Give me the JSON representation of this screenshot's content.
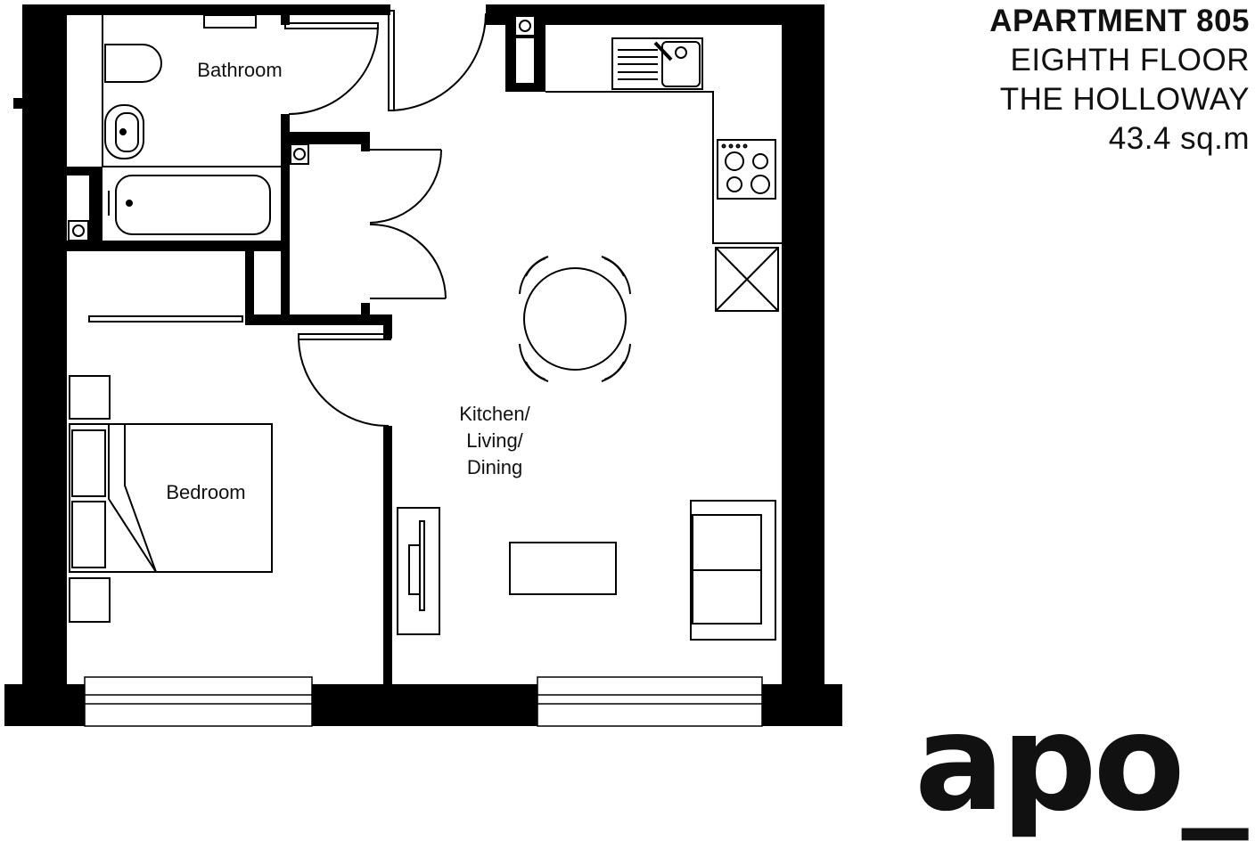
{
  "header": {
    "apartment": "APARTMENT 805",
    "floor": "EIGHTH FLOOR",
    "building": "THE HOLLOWAY",
    "area": "43.4 sq.m"
  },
  "rooms": {
    "bathroom": "Bathroom",
    "bedroom": "Bedroom",
    "kitchen_line1": "Kitchen/",
    "kitchen_line2": "Living/",
    "kitchen_line3": "Dining"
  },
  "logo": "apo_",
  "colors": {
    "wall": "#000000",
    "background": "#ffffff"
  }
}
